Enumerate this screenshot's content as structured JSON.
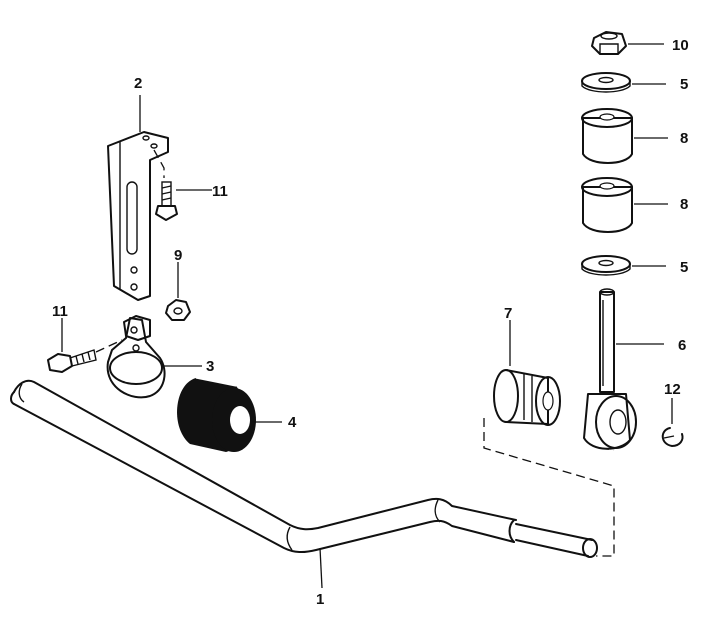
{
  "diagram": {
    "callouts": {
      "c1": "1",
      "c2": "2",
      "c3": "3",
      "c4": "4",
      "c5a": "5",
      "c5b": "5",
      "c6": "6",
      "c7": "7",
      "c8a": "8",
      "c8b": "8",
      "c9": "9",
      "c10": "10",
      "c11a": "11",
      "c11b": "11",
      "c12": "12"
    }
  }
}
